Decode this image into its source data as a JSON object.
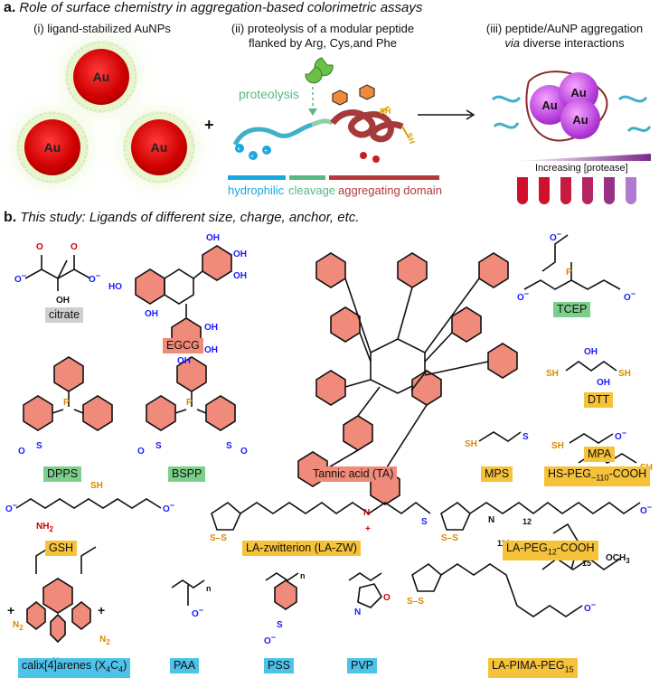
{
  "panel_a": {
    "letter": "a.",
    "title": "Role of surface chemistry in aggregation-based colorimetric assays",
    "step1": "(i) ligand-stabilized AuNPs",
    "step2_line1": "(ii) proteolysis of a modular peptide",
    "step2_line2": "flanked by Arg, Cys,and Phe",
    "step3_line1": "(iii) peptide/AuNP aggregation",
    "step3_line2_italic": "via",
    "step3_line2_rest": " diverse interactions",
    "au_label": "Au",
    "plus": "+",
    "proteolysis": "proteolysis",
    "sh": "SH",
    "hydrophilic": "hydrophilic",
    "cleavage": "cleavage",
    "aggregating": "aggregating domain",
    "increasing": "Increasing [protease]",
    "colors": {
      "hydrophilic": "#1aa7e0",
      "cleavage": "#59b884",
      "aggregating": "#b33a3a"
    }
  },
  "panel_b": {
    "letter": "b.",
    "title": "This study: Ligands of different size, charge, anchor, etc.",
    "labels": {
      "citrate": "citrate",
      "egcg": "EGCG",
      "tannic": "Tannic acid (TA)",
      "tcep": "TCEP",
      "dtt": "DTT",
      "mpa": "MPA",
      "dpps": "DPPS",
      "bspp": "BSPP",
      "mps": "MPS",
      "hspeg_a": "HS-PEG",
      "hspeg_sub": "~110",
      "hspeg_b": "-COOH",
      "gsh": "GSH",
      "lazw": "LA-zwitterion (LA-ZW)",
      "lapeg_a": "LA-PEG",
      "lapeg_sub": "12",
      "lapeg_b": "-COOH",
      "calix_a": "calix[4]arenes (X",
      "calix_s1": "4",
      "calix_m": "C",
      "calix_s2": "4",
      "calix_b": ")",
      "paa": "PAA",
      "pss": "PSS",
      "pvp": "PVP",
      "pima_a": "LA-PIMA-PEG",
      "pima_sub": "15"
    },
    "atoms": {
      "oh": "OH",
      "o": "O",
      "p": "P",
      "s": "S",
      "sh": "SH",
      "n": "N",
      "h": "H",
      "nh2": "NH",
      "n2": "N",
      "och3": "OCH",
      "minus": "−",
      "plus": "+",
      "n_sub": "n",
      "s110": "110",
      "s12": "12",
      "s15": "15",
      "s2": "2",
      "s3": "3"
    }
  }
}
